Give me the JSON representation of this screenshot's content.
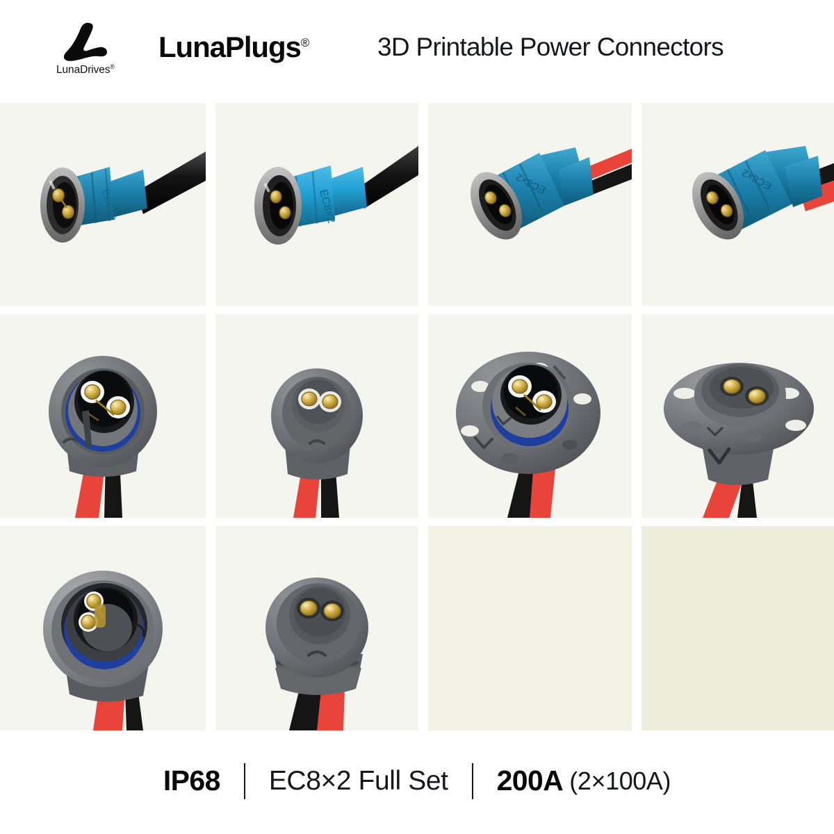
{
  "header": {
    "logo_icon": "lunadrives-swoosh-logo",
    "logo_wordmark": "LunaDrives",
    "logo_wordmark_reg": "®",
    "brand_title": "LunaPlugs",
    "brand_title_reg": "®",
    "tagline": "3D Printable Power Connectors"
  },
  "gallery": {
    "columns": 4,
    "rows": 3,
    "cells": [
      {
        "index": 1,
        "name": "male-plug-straight-side-black-cable",
        "variant": "plug-straight",
        "view": "side",
        "body_color": "#1d82ae",
        "collar_color": "#9b9b9b",
        "cable": "black",
        "emboss": "EC8×2",
        "empty": false
      },
      {
        "index": 2,
        "name": "male-plug-straight-angled-black-cable",
        "variant": "plug-straight",
        "view": "angled",
        "body_color": "#22a0d4",
        "collar_color": "#9b9b9b",
        "cable": "black",
        "emboss": "EC8×2",
        "empty": false
      },
      {
        "index": 3,
        "name": "male-plug-right-angle-red-black-wires",
        "variant": "plug-right-angle",
        "view": "angled",
        "body_color": "#1d82ae",
        "collar_color": "#9b9b9b",
        "cable": "red-black",
        "emboss": "EC8×2",
        "empty": false
      },
      {
        "index": 4,
        "name": "male-plug-right-angle-cropped",
        "variant": "plug-right-angle",
        "view": "angled-cropped",
        "body_color": "#1d82ae",
        "collar_color": "#9b9b9b",
        "cable": "red-black",
        "emboss": "EC8×2",
        "empty": false
      },
      {
        "index": 5,
        "name": "female-socket-front-oring",
        "variant": "socket-round",
        "view": "front",
        "body_color": "#6e7176",
        "seal_color": "#1f3f9e",
        "cable": "red-black",
        "empty": false
      },
      {
        "index": 6,
        "name": "female-socket-front-plain",
        "variant": "socket-round",
        "view": "front-plain",
        "body_color": "#6e7176",
        "seal_color": "#1f3f9e",
        "cable": "red-black",
        "empty": false
      },
      {
        "index": 7,
        "name": "panel-mount-flange-socket-front",
        "variant": "socket-flange",
        "view": "front",
        "body_color": "#6e7176",
        "seal_color": "#1f3f9e",
        "cable": "red-black",
        "screw_holes": 6,
        "empty": false
      },
      {
        "index": 8,
        "name": "panel-mount-flange-socket-angled",
        "variant": "socket-flange",
        "view": "angled",
        "body_color": "#6e7176",
        "seal_color": "#1f3f9e",
        "cable": "red-black",
        "screw_holes": 6,
        "empty": false
      },
      {
        "index": 9,
        "name": "female-socket-tilted-with-retaining-ring",
        "variant": "socket-round",
        "view": "tilted",
        "body_color": "#85888d",
        "seal_color": "#1f3f9e",
        "cable": "red-black",
        "empty": false
      },
      {
        "index": 10,
        "name": "female-socket-threaded-body",
        "variant": "socket-threaded",
        "view": "front",
        "body_color": "#6e7176",
        "cable": "red-black",
        "empty": false
      },
      {
        "index": 11,
        "name": "empty-gallery-slot",
        "variant": "empty",
        "empty": true
      },
      {
        "index": 12,
        "name": "empty-gallery-slot",
        "variant": "empty",
        "empty": true
      }
    ]
  },
  "footer": {
    "ip_rating": "IP68",
    "divider": "|",
    "product": "EC8×2 Full Set",
    "current_bold": "200A",
    "current_detail": "(2×100A)"
  },
  "colors": {
    "brand_blue": "#1d82ae",
    "plug_blue_light": "#22a0d4",
    "housing_gray": "#6e7176",
    "collar_gray": "#9b9b9b",
    "contact_gold": "#c8a43c",
    "seal_blue": "#1f3f9e",
    "wire_red": "#e8443a",
    "wire_black": "#151515",
    "cell_bg": "#f5f5f0",
    "cell_bg_alt_a": "#f1f1e4",
    "cell_bg_alt_b": "#ecedda",
    "page_bg": "#ffffff",
    "text_dark": "#0a0a0a"
  }
}
